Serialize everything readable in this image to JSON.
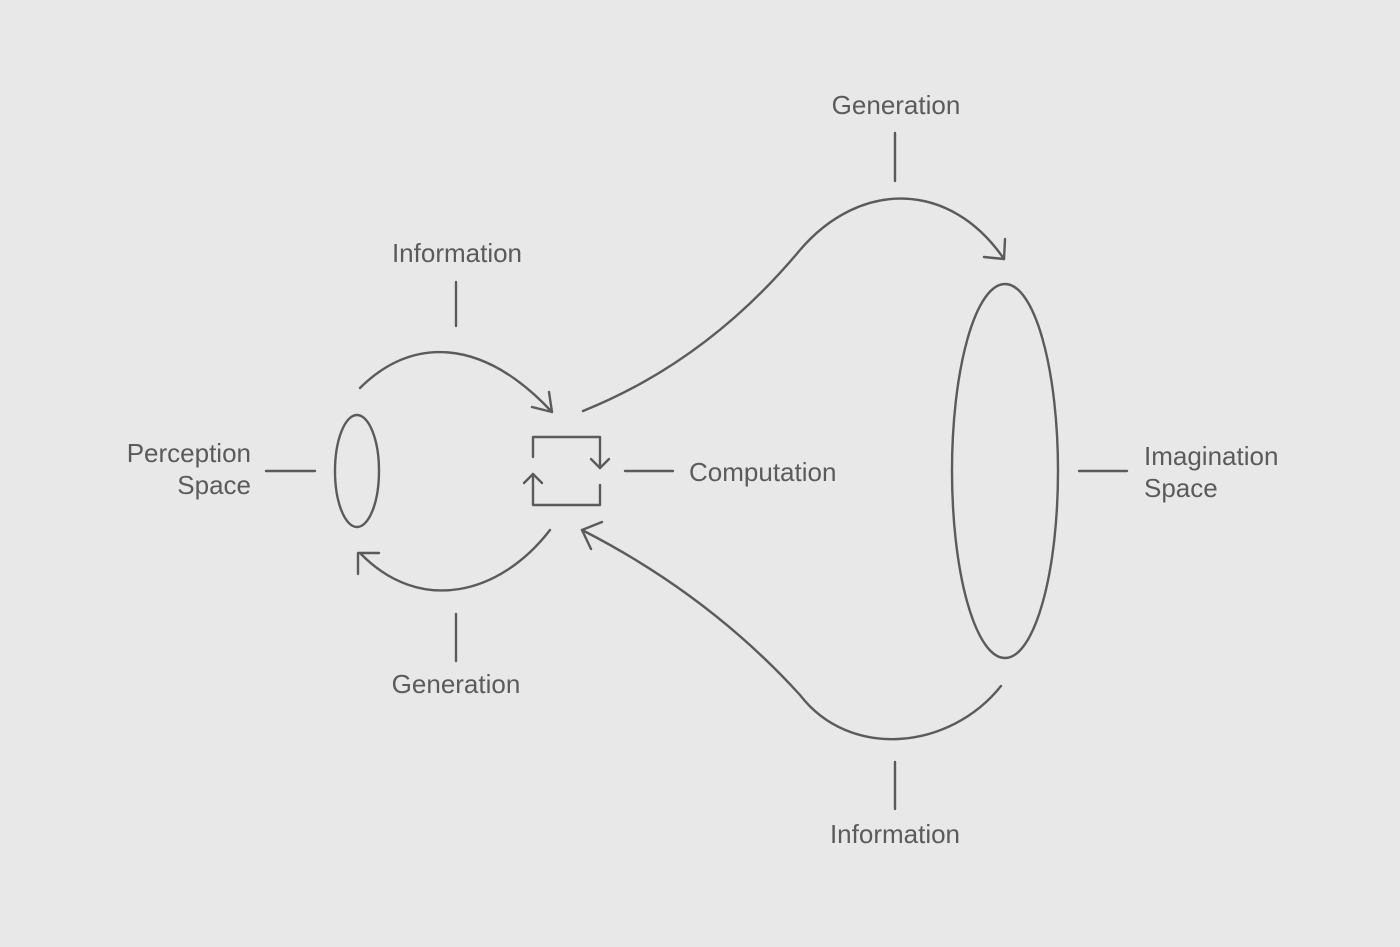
{
  "labels": {
    "perception_line1": "Perception",
    "perception_line2": "Space",
    "computation": "Computation",
    "imagination_line1": "Imagination",
    "imagination_line2": "Space",
    "info_left": "Information",
    "gen_left": "Generation",
    "gen_right": "Generation",
    "info_right": "Information"
  },
  "colors": {
    "background": "#e8e8e8",
    "stroke": "#5b5b5b"
  },
  "icons": {
    "computation": "cycle-loop-icon"
  }
}
